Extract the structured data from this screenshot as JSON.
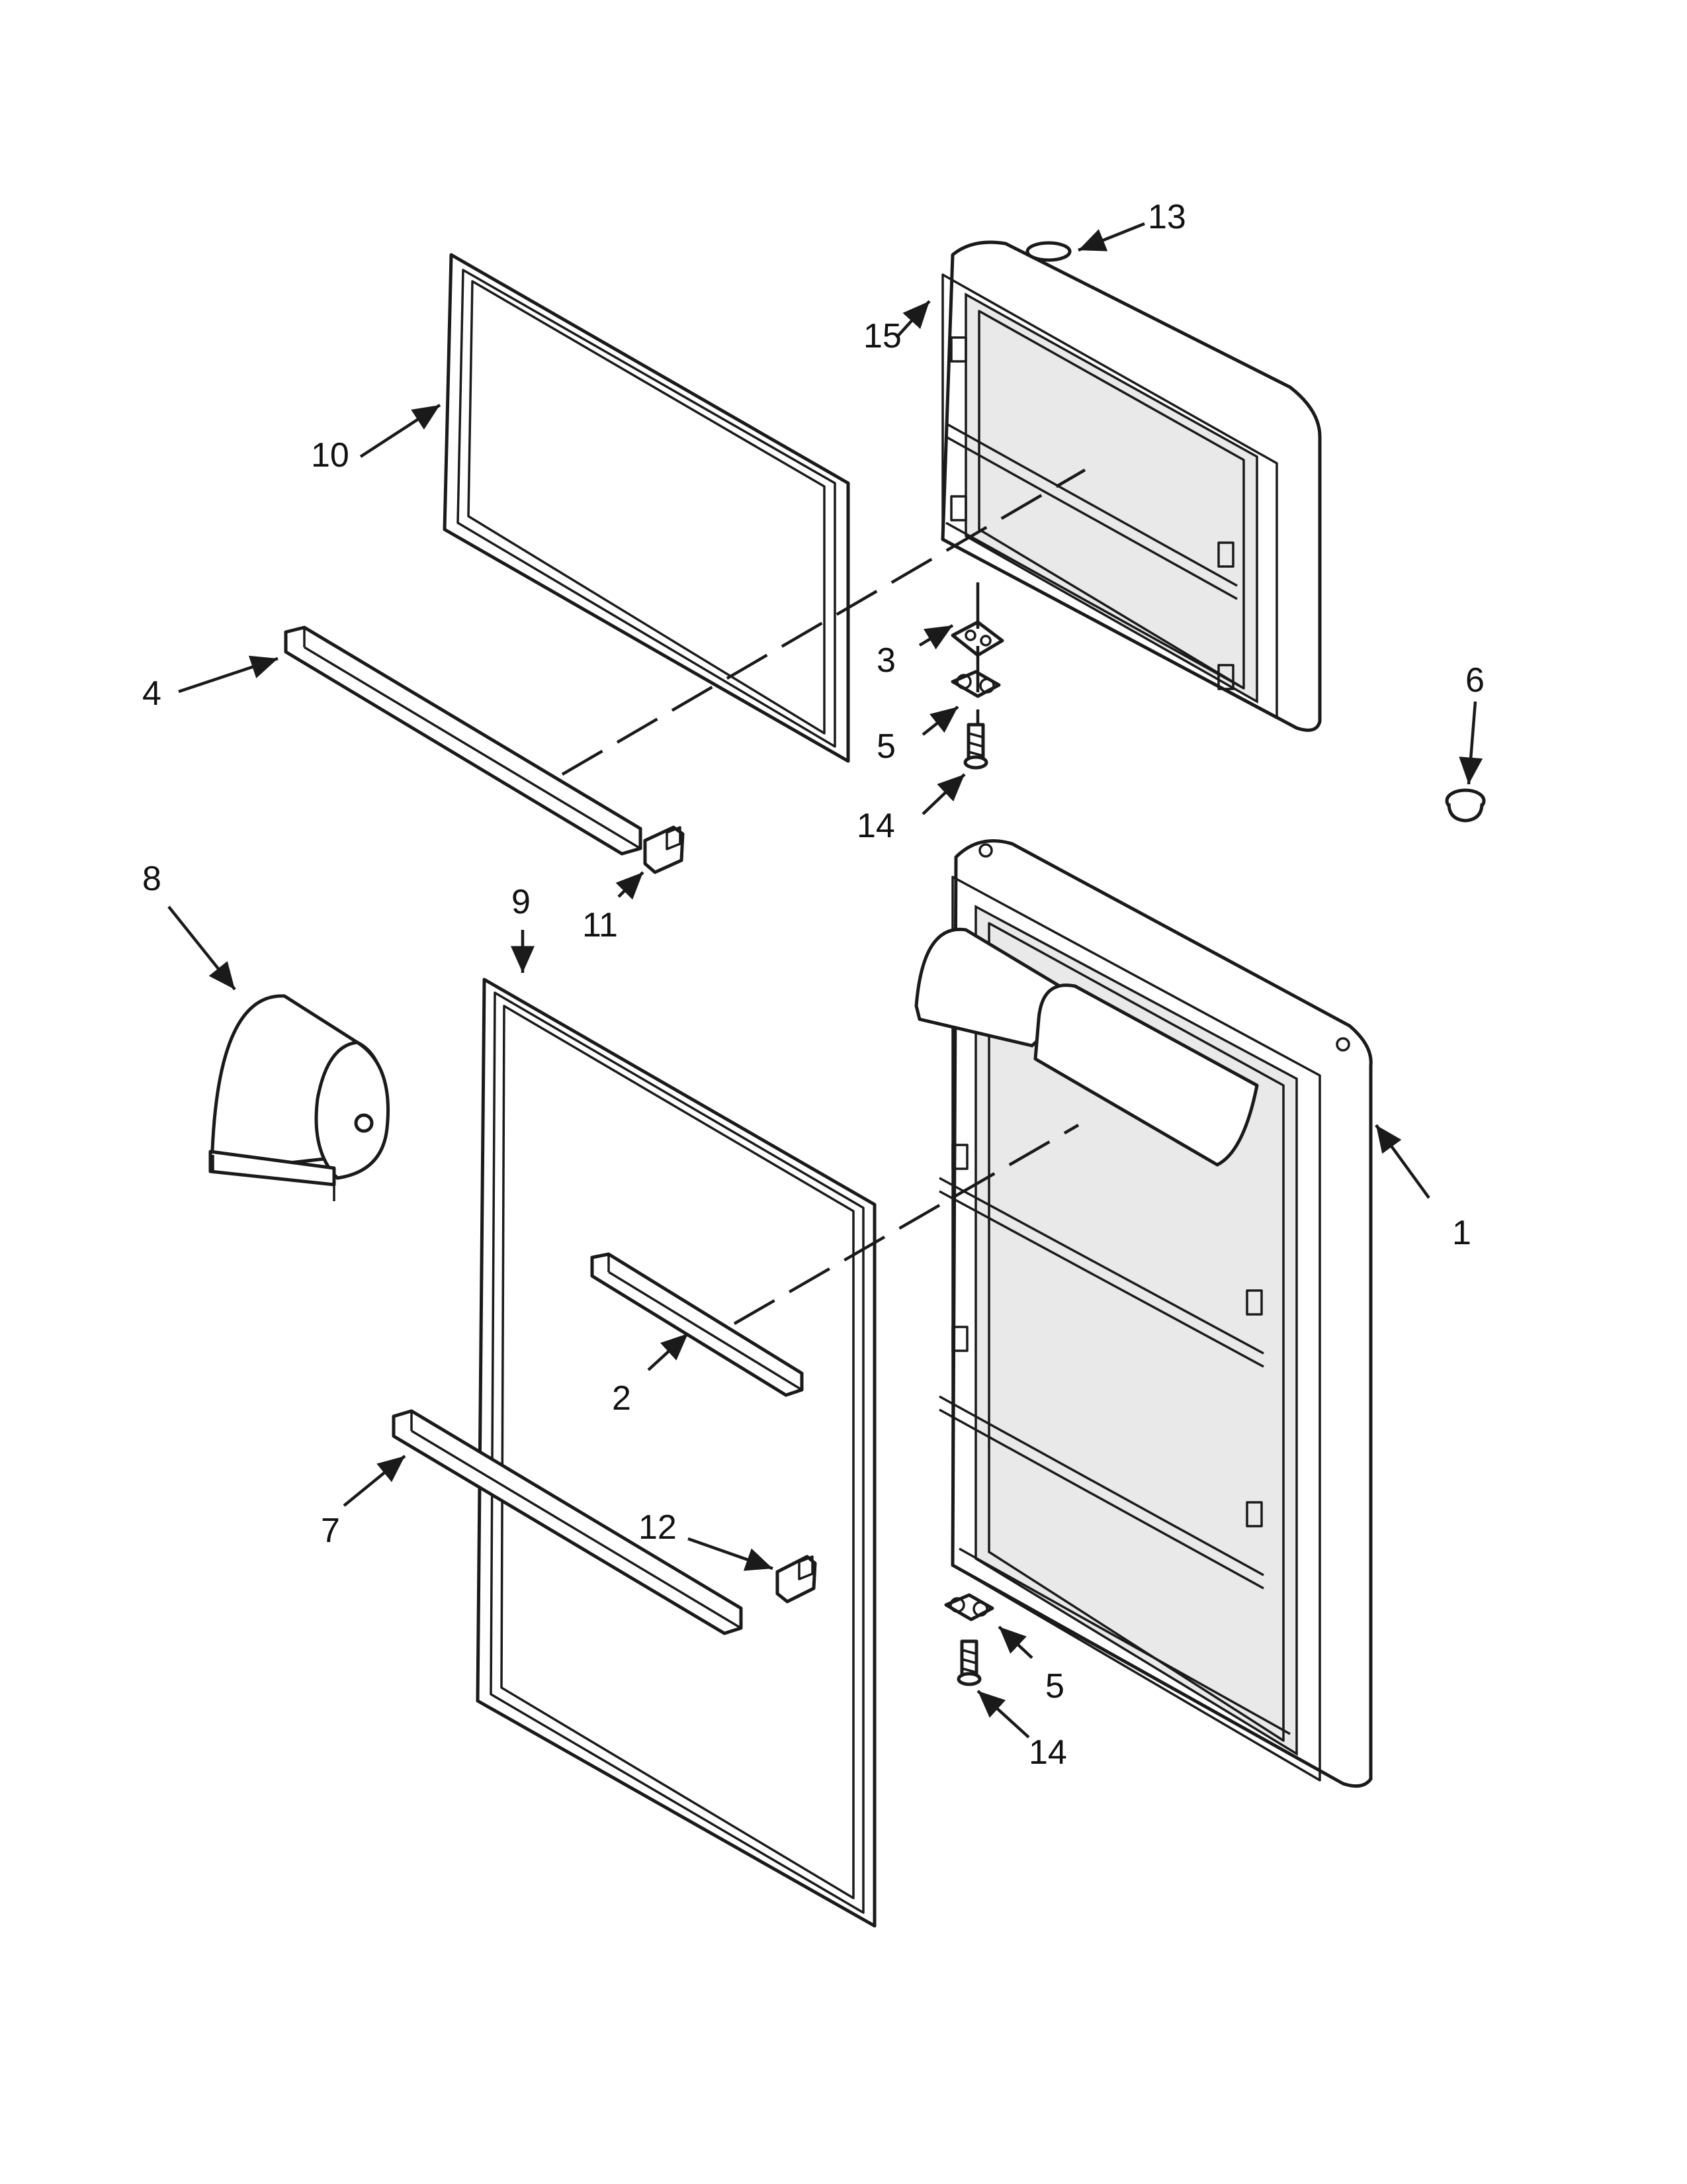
{
  "callouts": [
    {
      "id": "c1",
      "label": "1"
    },
    {
      "id": "c2",
      "label": "2"
    },
    {
      "id": "c3",
      "label": "3"
    },
    {
      "id": "c4",
      "label": "4"
    },
    {
      "id": "c5a",
      "label": "5"
    },
    {
      "id": "c5b",
      "label": "5"
    },
    {
      "id": "c6",
      "label": "6"
    },
    {
      "id": "c7",
      "label": "7"
    },
    {
      "id": "c8",
      "label": "8"
    },
    {
      "id": "c9",
      "label": "9"
    },
    {
      "id": "c10",
      "label": "10"
    },
    {
      "id": "c11",
      "label": "11"
    },
    {
      "id": "c12",
      "label": "12"
    },
    {
      "id": "c13",
      "label": "13"
    },
    {
      "id": "c14a",
      "label": "14"
    },
    {
      "id": "c14b",
      "label": "14"
    },
    {
      "id": "c15",
      "label": "15"
    }
  ],
  "colors": {
    "line": "#1a1a1a",
    "background": "#ffffff"
  }
}
